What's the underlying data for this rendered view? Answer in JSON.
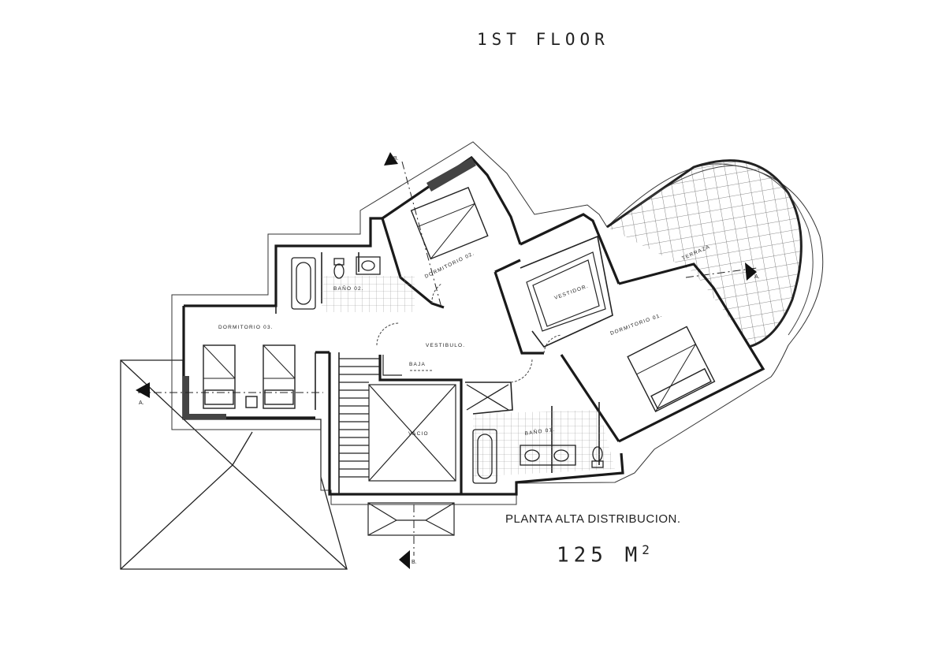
{
  "header": {
    "title": "1ST FLOOR"
  },
  "plan": {
    "caption": "PLANTA ALTA DISTRIBUCION.",
    "area": "125 M",
    "area_sup": "2",
    "rooms": {
      "dormitorio_02": "DORMITORIO 02.",
      "dormitorio_03": "DORMITORIO 03.",
      "dormitorio_01": "DORMITORIO 01.",
      "bano_02": "BAÑO 02.",
      "bano_01": "BAÑO 01.",
      "vestidor": "VESTIDOR.",
      "vestibulo": "VESTIBULO.",
      "terraza": "TERRAZA",
      "vacio": "VACIO",
      "baja": "BAJA"
    },
    "section_marks": {
      "a_left": "A.",
      "a_right": "A.",
      "b_top": "B.",
      "b_bottom": "B."
    }
  }
}
